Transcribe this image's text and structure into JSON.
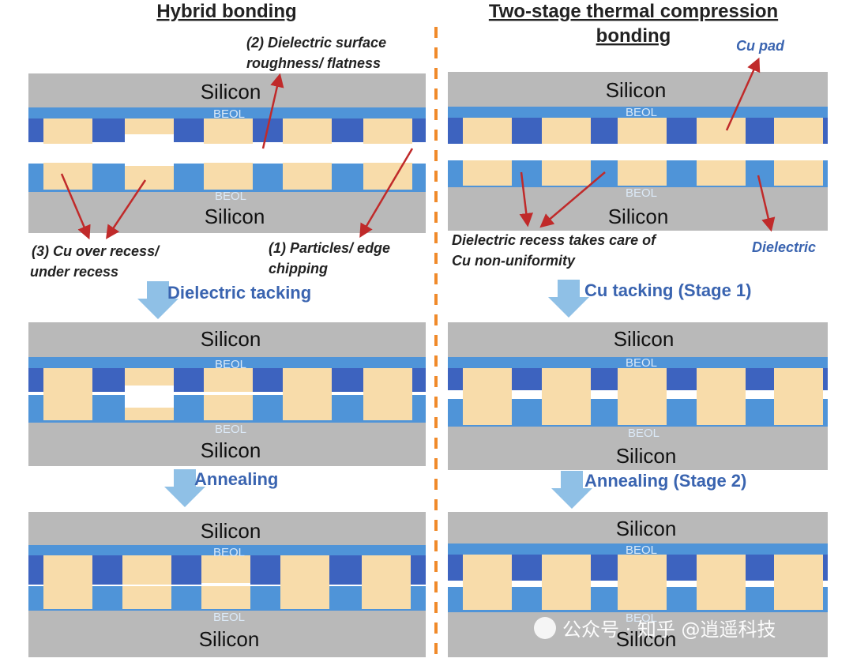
{
  "left_panel": {
    "title": "Hybrid bonding",
    "panel1": {
      "silicon_top": "Silicon",
      "beol_top": "BEOL",
      "beol_bottom": "BEOL",
      "silicon_bottom": "Silicon"
    },
    "annotations": {
      "dielectric_roughness": "(2) Dielectric surface",
      "dielectric_roughness_2": "roughness/ flatness",
      "cu_recess_1": "(3) Cu over recess/",
      "cu_recess_2": "under recess",
      "particles_1": "(1) Particles/ edge",
      "particles_2": "chipping"
    },
    "step1": "Dielectric tacking",
    "panel2": {
      "silicon_top": "Silicon",
      "beol_top": "BEOL",
      "beol_bottom": "BEOL",
      "silicon_bottom": "Silicon"
    },
    "step2": "Annealing",
    "panel3": {
      "silicon_top": "Silicon",
      "beol_top": "BEOL",
      "beol_bottom": "BEOL",
      "silicon_bottom": "Silicon"
    }
  },
  "right_panel": {
    "title_line1": "Two-stage thermal compression",
    "title_line2": "bonding",
    "panel1": {
      "silicon_top": "Silicon",
      "beol_top": "BEOL",
      "beol_bottom": "BEOL",
      "silicon_bottom": "Silicon"
    },
    "annotations": {
      "cu_pad": "Cu pad",
      "recess_1": "Dielectric recess takes care of",
      "recess_2": "Cu  non-uniformity",
      "dielectric": "Dielectric"
    },
    "step1": "Cu tacking (Stage 1)",
    "panel2": {
      "silicon_top": "Silicon",
      "beol_top": "BEOL",
      "beol_bottom": "BEOL",
      "silicon_bottom": "Silicon"
    },
    "step2": "Annealing (Stage 2)",
    "panel3": {
      "silicon_top": "Silicon",
      "beol_top": "BEOL",
      "beol_bottom": "BEOL",
      "silicon_bottom": "Silicon"
    }
  },
  "watermark": {
    "text": "公众号 · 知乎 @逍遥科技"
  },
  "colors": {
    "silicon": "#b9b9b9",
    "beol": "#4f94d8",
    "dielectric": "#3d63bf",
    "cu": "#f8dcaa",
    "arrow_red": "#c02a2a",
    "divider": "#f08a2a",
    "step_arrow": "#8fc0e6",
    "step_text": "#3a64b0"
  }
}
